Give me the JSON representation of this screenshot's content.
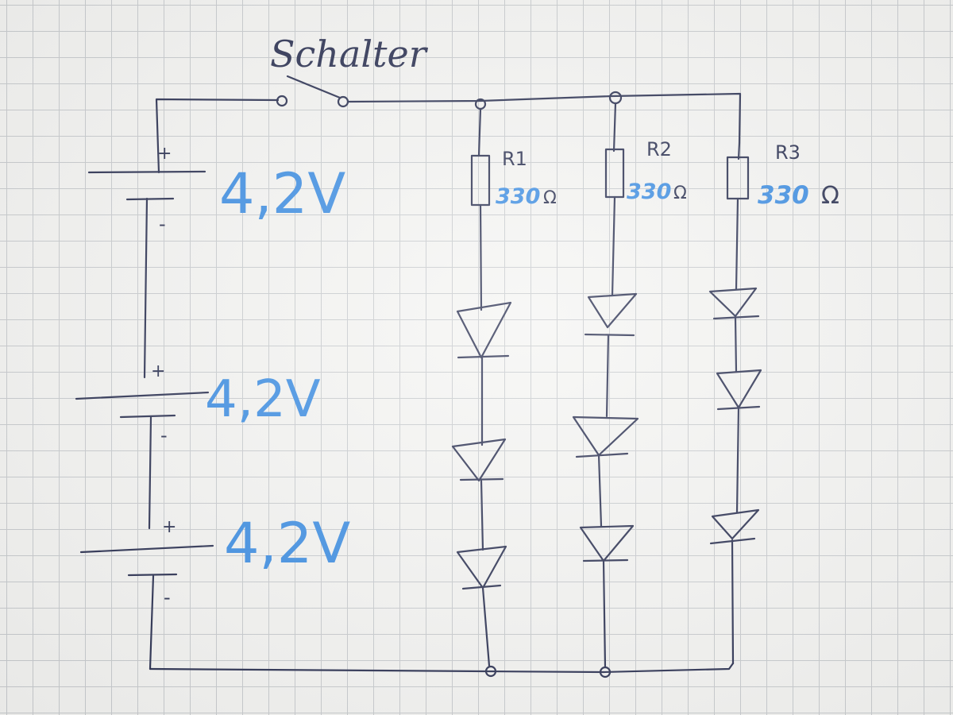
{
  "switch": {
    "label": "Schalter"
  },
  "batteries": [
    {
      "voltage": "4,2V",
      "plus": "+",
      "minus": "-"
    },
    {
      "voltage": "4,2V",
      "plus": "+",
      "minus": "-"
    },
    {
      "voltage": "4,2V",
      "plus": "+",
      "minus": "-"
    }
  ],
  "branches": [
    {
      "resistor_name": "R1",
      "resistor_value": "330",
      "unit": "Ω"
    },
    {
      "resistor_name": "R2",
      "resistor_value": "330",
      "unit": "Ω"
    },
    {
      "resistor_name": "R3",
      "resistor_value": "330",
      "unit": "Ω"
    }
  ],
  "colors": {
    "ink": "#2b3152",
    "annotation": "#3d8ee3",
    "grid": "#c9cccf"
  },
  "leds_per_branch": 3
}
